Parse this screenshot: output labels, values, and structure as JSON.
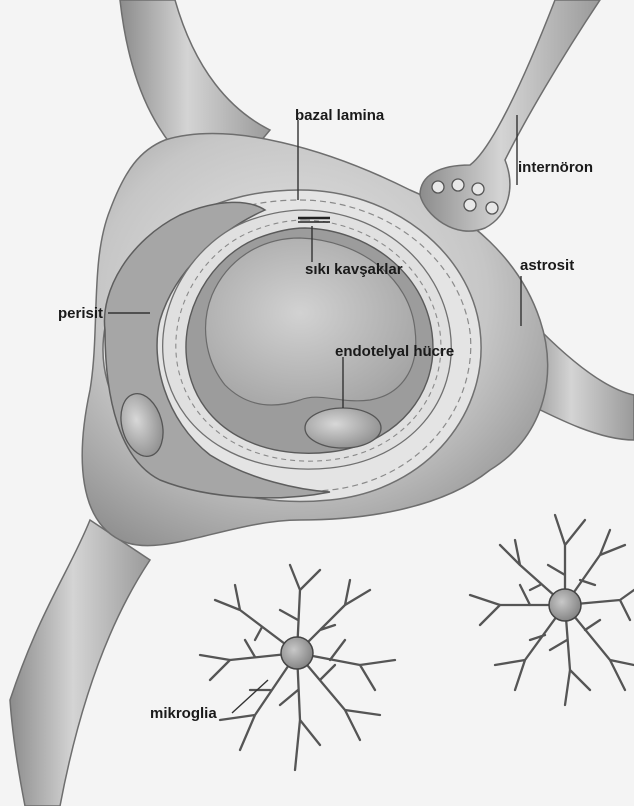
{
  "labels": {
    "bazal_lamina": "bazal lamina",
    "interneuron": "internöron",
    "siki_kavsaklar": "sıkı kavşaklar",
    "astrosit": "astrosit",
    "perisit": "perisit",
    "endotelyal_hucre": "endotelyal hücre",
    "mikroglia": "mikroglia"
  },
  "colors": {
    "background": "#f4f4f4",
    "tissue_light": "#d9d9d9",
    "tissue_mid": "#b3b3b3",
    "tissue_dark": "#7a7a7a",
    "lumen": "#bfbfbf",
    "line": "#333333"
  }
}
